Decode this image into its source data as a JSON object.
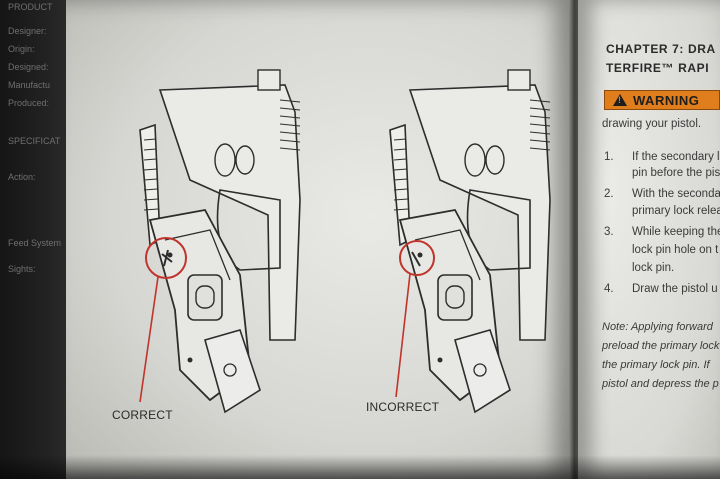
{
  "left_strip": {
    "labels": [
      "PRODUCT",
      "Designer:",
      "Origin:",
      "Designed:",
      "Manufactu",
      "Produced:",
      "SPECIFICAT",
      "Action:",
      "Feed System",
      "Sights:"
    ]
  },
  "figure": {
    "correct_caption": "CORRECT",
    "incorrect_caption": "INCORRECT"
  },
  "right_page": {
    "chapter_line1": "CHAPTER 7: DRA",
    "chapter_line2": "TERFIRE™ RAPI",
    "warning_label": "WARNING",
    "intro": "drawing your pistol.",
    "steps": [
      {
        "num": "1.",
        "line1": "If the secondary l",
        "line2": "pin before the pis"
      },
      {
        "num": "2.",
        "line1": "With the seconda",
        "line2": "primary lock relea"
      },
      {
        "num": "3.",
        "line1": "While keeping the",
        "line2": "lock pin hole on t",
        "line3": "lock pin."
      },
      {
        "num": "4.",
        "line1": "Draw the pistol u"
      }
    ],
    "note_lines": [
      "Note: Applying forward",
      "preload the primary lock",
      "the primary lock pin.  If",
      "pistol and depress the p"
    ]
  }
}
